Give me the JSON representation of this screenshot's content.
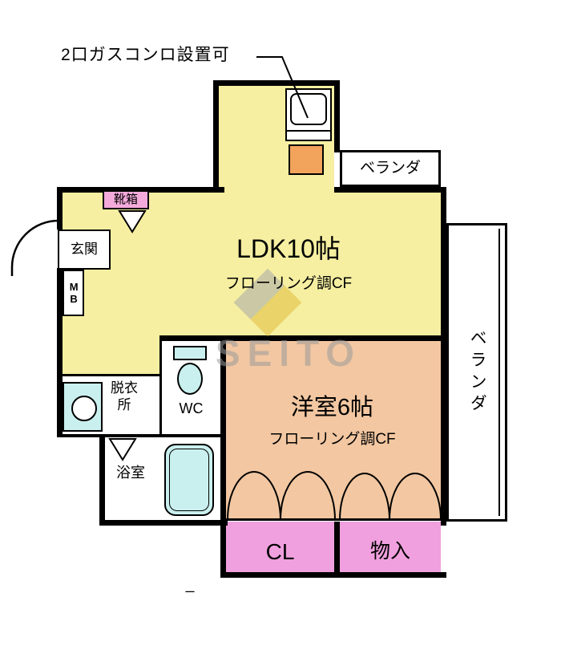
{
  "colors": {
    "ldk_fill": "#F6EFA1",
    "youshitsu_fill": "#F2C7A1",
    "closet_fill": "#F0A0DE",
    "kutsubako_fill": "#F5AADC",
    "fixture_fill": "#C9F0EE",
    "stove_fill": "#F2A35C",
    "wall": "#000000",
    "watermark_gray": "#9B9B9B",
    "logo_yellow": "#E2BF3E"
  },
  "annotation": {
    "stove_note": "2口ガスコンロ設置可"
  },
  "rooms": {
    "ldk": {
      "label": "LDK10帖",
      "floor": "フローリング調CF"
    },
    "youshitsu": {
      "label": "洋室6帖",
      "floor": "フローリング調CF"
    },
    "veranda_top": {
      "label": "ベランダ"
    },
    "veranda_right": {
      "label": "ベランダ"
    },
    "genkan": {
      "label": "玄関"
    },
    "kutsubako": {
      "label": "靴箱"
    },
    "mb": {
      "label": "MB"
    },
    "datsuijo": {
      "label": "脱衣所"
    },
    "wc": {
      "label": "WC"
    },
    "yokushitsu": {
      "label": "浴室"
    },
    "cl": {
      "label": "CL"
    },
    "monoire": {
      "label": "物入"
    }
  },
  "icons": [
    "stove-icon",
    "sink-icon",
    "toilet-icon",
    "bathtub-icon",
    "entrance-door-arc-icon",
    "closet-door-arcs-icon",
    "door-swing-triangle-icon"
  ],
  "watermark": {
    "text": "SEITO"
  },
  "misc": {
    "dash": "ー"
  }
}
